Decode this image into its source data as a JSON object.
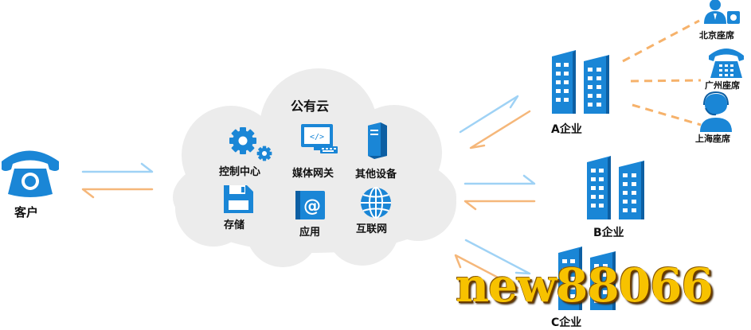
{
  "customer": {
    "label": "客户",
    "icon": "telephone-icon"
  },
  "cloud": {
    "title": "公有云",
    "items": [
      {
        "label": "控制中心",
        "icon": "gears-icon"
      },
      {
        "label": "媒体网关",
        "icon": "computer-code-icon"
      },
      {
        "label": "其他设备",
        "icon": "server-tower-icon"
      },
      {
        "label": "存储",
        "icon": "floppy-disk-icon"
      },
      {
        "label": "应用",
        "icon": "at-notebook-icon"
      },
      {
        "label": "互联网",
        "icon": "globe-icon"
      }
    ]
  },
  "enterprises": [
    {
      "label": "A企业",
      "icon": "building-icon"
    },
    {
      "label": "B企业",
      "icon": "building-icon"
    },
    {
      "label": "C企业",
      "icon": "building-icon"
    }
  ],
  "seats": [
    {
      "label": "北京座席",
      "icon": "agent-phone-icon"
    },
    {
      "label": "广州座席",
      "icon": "desk-phone-icon"
    },
    {
      "label": "上海座席",
      "icon": "headset-agent-icon"
    }
  ],
  "watermark": "new88066",
  "colors": {
    "blue": "#1a86d6",
    "arrow_light_blue": "#9fd2f5",
    "arrow_orange": "#f5b77a",
    "dashed_orange": "#f6b26b",
    "cloud_fill": "#ececec",
    "watermark_fill": "#f7c200"
  }
}
